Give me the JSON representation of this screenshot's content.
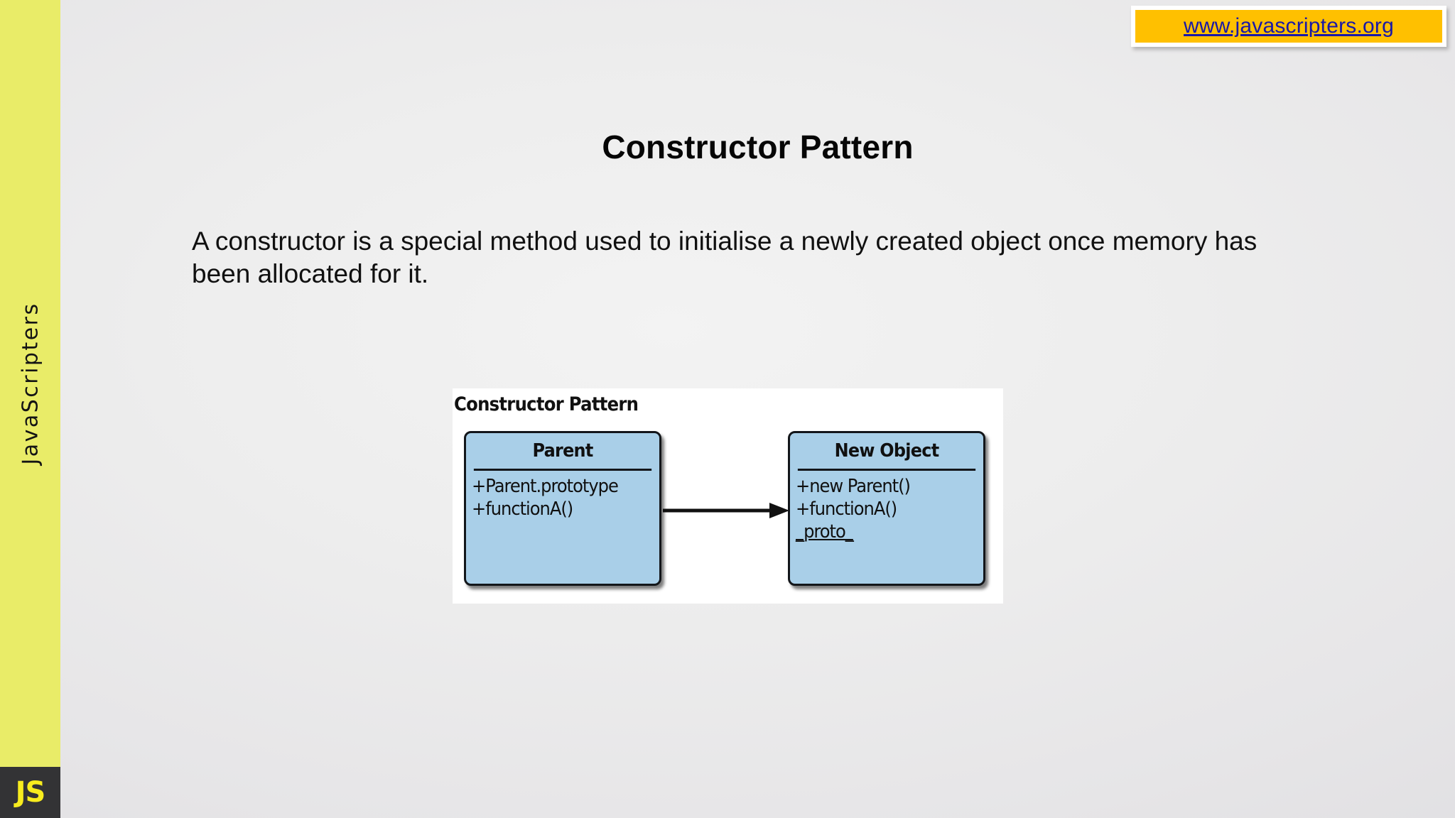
{
  "slide": {
    "title": "Constructor Pattern",
    "body": "A constructor is a special method used to initialise a newly created object once memory has been allocated for it."
  },
  "sidebar": {
    "brand_label": "JavaScripters",
    "logo_text": "JS",
    "background_color": "#E9EC68",
    "logo_background_color": "#333335",
    "logo_text_color": "#F7EC1E"
  },
  "banner": {
    "url_text": "www.javascripters.org",
    "background_color": "#FFC000",
    "link_color": "#1918A8",
    "frame_color": "#FFFFFF"
  },
  "diagram": {
    "title": "Constructor Pattern",
    "fill_color": "#A9CFE8",
    "stroke_color": "#13161A",
    "panel_color": "#FFFFFF",
    "relation": "arrow-right",
    "boxes": [
      {
        "name": "Parent",
        "members": [
          "+Parent.prototype",
          "+functionA()"
        ]
      },
      {
        "name": "New Object",
        "members": [
          "+new Parent()",
          "+functionA()",
          "_proto_"
        ]
      }
    ]
  }
}
